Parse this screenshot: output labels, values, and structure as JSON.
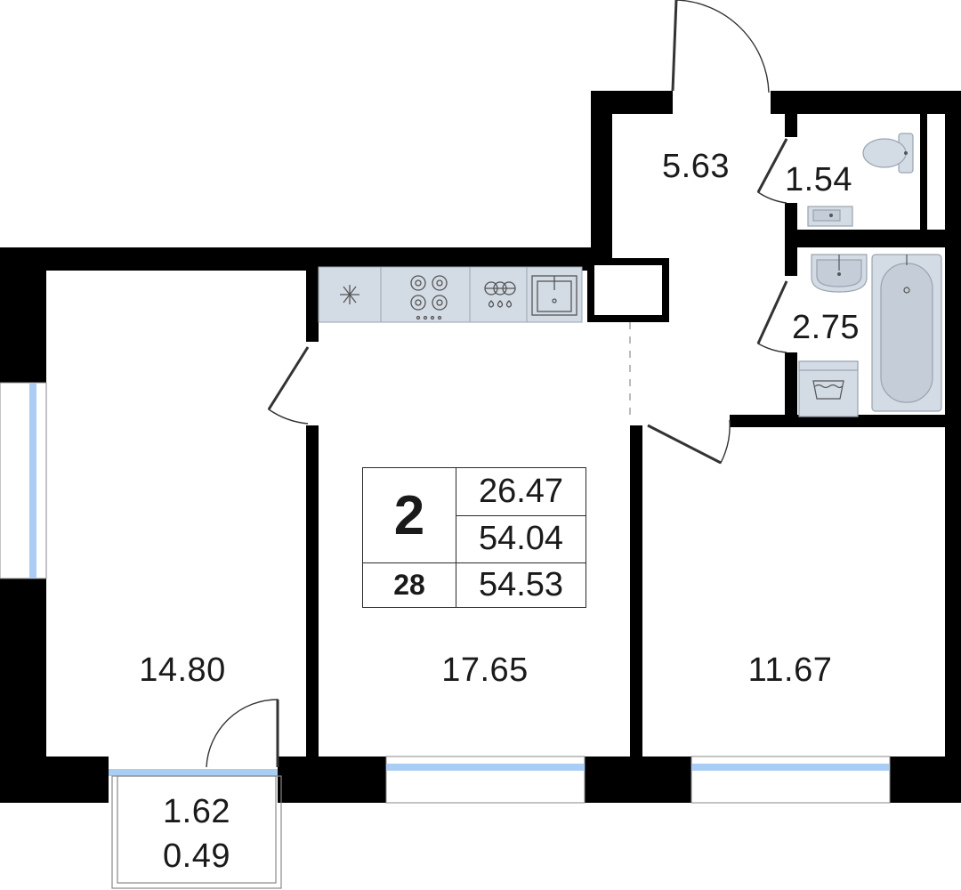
{
  "apartment": {
    "rooms": "2",
    "floor": "28",
    "living_area": "26.47",
    "total_area": "54.04",
    "total_area_with_balcony": "54.53"
  },
  "room_areas": {
    "hall": "5.63",
    "toilet": "1.54",
    "bathroom": "2.75",
    "bedroom_left": "14.80",
    "kitchen_living": "17.65",
    "bedroom_right": "11.67",
    "balcony_area": "1.62",
    "balcony_reduced": "0.49"
  },
  "colors": {
    "wall": "#000000",
    "window": "#a9cdf3",
    "fixture": "#d3dbe5",
    "text": "#1a1a1a",
    "line": "#2a2a2a"
  },
  "icons": [
    "fridge-icon",
    "stove-icon",
    "dishwasher-icon",
    "sink-icon",
    "toilet-icon",
    "washbasin-icon",
    "bathtub-icon",
    "washing-machine-icon"
  ]
}
